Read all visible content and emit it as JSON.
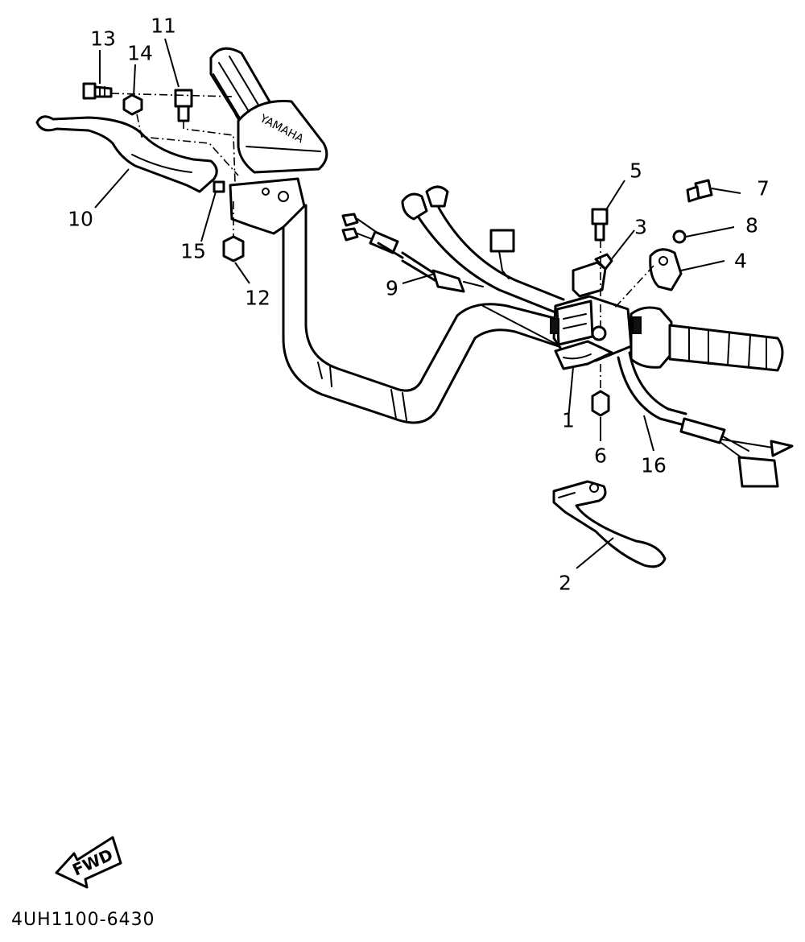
{
  "callouts": {
    "c1": "1",
    "c2": "2",
    "c3": "3",
    "c4": "4",
    "c5": "5",
    "c6": "6",
    "c7": "7",
    "c8": "8",
    "c9": "9",
    "c10": "10",
    "c11": "11",
    "c12": "12",
    "c13": "13",
    "c14": "14",
    "c15": "15",
    "c16": "16"
  },
  "fwd_label": "FWD",
  "drawing_code": "4UH1100-6430",
  "grip_text": "YAMAHA"
}
